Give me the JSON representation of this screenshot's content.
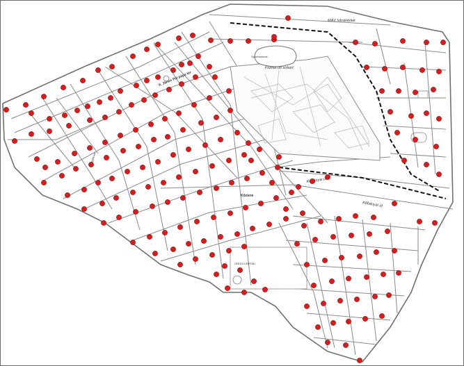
{
  "map": {
    "labels": {
      "kossuth_square": "II. János Pál pápa tér",
      "kozterem": "Kőztere",
      "kobanyai": "Kőbányai út",
      "road_e": "Kőbányai út",
      "stadium": "Sportcsarnok",
      "oroch": "OROCH ÁRPÁD",
      "hungaria_tail": "Hungária krt.",
      "railway_name": "MÁV Istvántelek",
      "cemetery_name": "Fiumei úti sírkert"
    },
    "colors": {
      "pin": "#d81b1b",
      "street": "#8a8a8a",
      "railway": "#111111",
      "background": "#ffffff"
    },
    "marker_icon": "red-circle-marker"
  }
}
